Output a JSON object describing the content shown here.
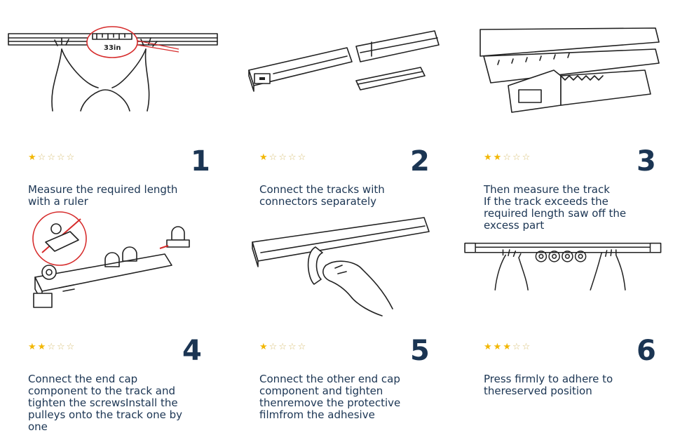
{
  "steps": [
    {
      "number": "1",
      "rating": 1,
      "lines": [
        "Measure the required length",
        "with a ruler"
      ],
      "ruler_label": "33in"
    },
    {
      "number": "2",
      "rating": 1,
      "lines": [
        "Connect the tracks with",
        "connectors separately"
      ]
    },
    {
      "number": "3",
      "rating": 2,
      "lines": [
        "Then measure the track",
        "If the track exceeds the",
        "required length saw off the",
        "excess part"
      ]
    },
    {
      "number": "4",
      "rating": 2,
      "lines": [
        "Connect the end cap",
        "component to the track and",
        "tighten the screwsInstall the",
        "pulleys onto the track one by",
        "one"
      ]
    },
    {
      "number": "5",
      "rating": 1,
      "lines": [
        "Connect the other end cap",
        "component and tighten",
        "thenremove the protective",
        "filmfrom the adhesive"
      ]
    },
    {
      "number": "6",
      "rating": 3,
      "lines": [
        "Press firmly to adhere to",
        "thereserved position"
      ]
    }
  ],
  "colors": {
    "text": "#1b3553",
    "star": "#f2b705",
    "accent_red": "#d62b2b"
  }
}
